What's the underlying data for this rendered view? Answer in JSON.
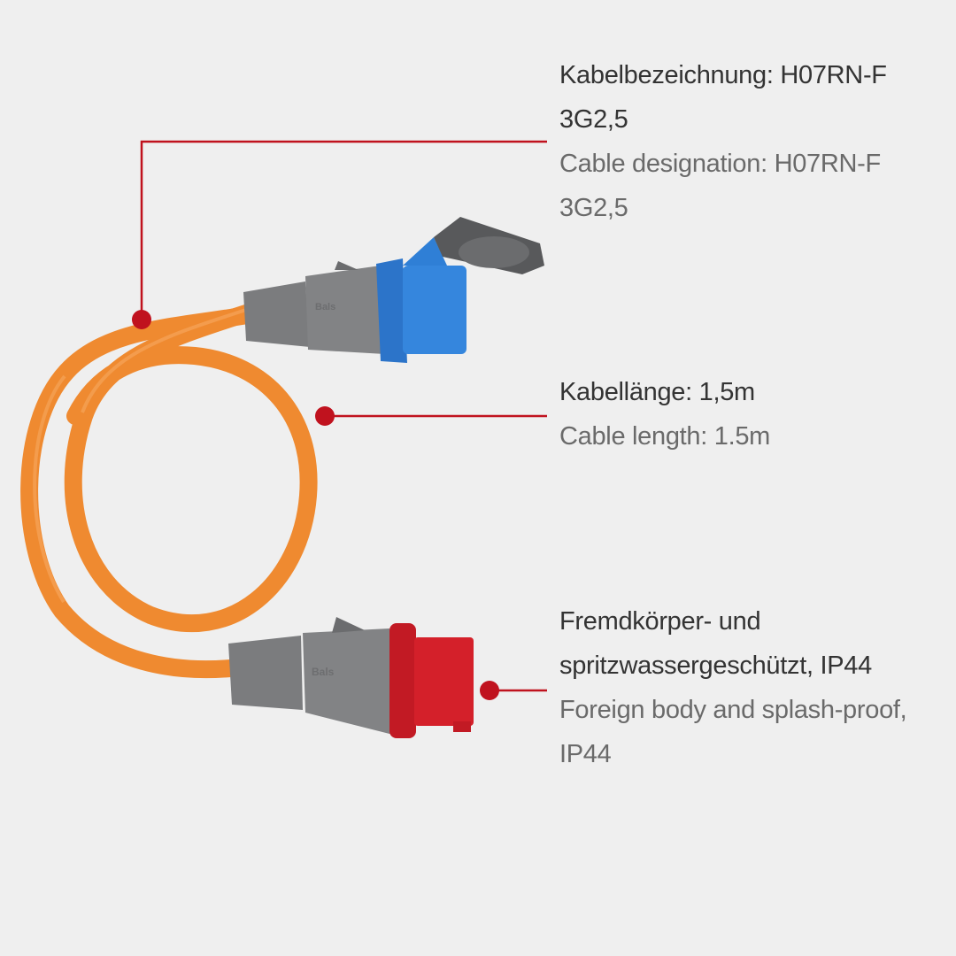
{
  "colors": {
    "background": "#efefef",
    "accent": "#c0121e",
    "cable": "#f08a2e",
    "socket_blue": "#2f7fd6",
    "plug_red": "#d4202a",
    "housing_grey": "#7d7e80"
  },
  "product": {
    "brand_logo": "Bals"
  },
  "annotations": [
    {
      "de": "Kabelbezeichnung: H07RN-F 3G2,5",
      "en": "Cable designation: H07RN-F 3G2,5"
    },
    {
      "de": "Kabellänge: 1,5m",
      "en": "Cable length: 1.5m"
    },
    {
      "de": "Fremdkörper- und spritzwassergeschützt, IP44",
      "en": "Foreign body and splash-proof, IP44"
    }
  ]
}
